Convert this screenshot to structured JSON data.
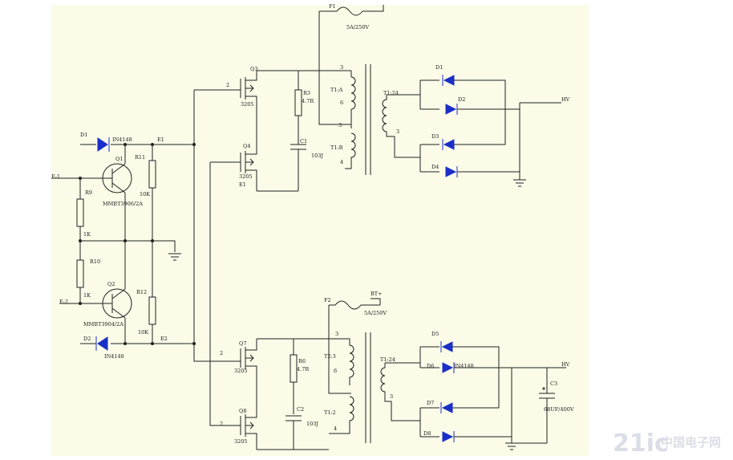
{
  "labels": {
    "F1": "F1",
    "F1_rating": "5A/250V",
    "Q3": "Q3",
    "Q3_part": "3205",
    "Q3_gate": "2",
    "Q4": "Q4",
    "Q4_part": "3205",
    "E1_top": "E1",
    "E1_bot": "E1",
    "R3": "R3",
    "R3_val": "4.7R",
    "C1": "C1",
    "C1_val": "103J",
    "T1a": "T1:A",
    "T1a_p3": "3",
    "T1a_p6": "6",
    "T1b": "T1:B",
    "T1b_p3": "3",
    "T1b_p4": "4",
    "T1c": "T1:24",
    "T1c_p3": "3",
    "D1": "D1",
    "D2": "D2",
    "D3": "D3",
    "D4": "D4",
    "HV1": "HV",
    "Dtop": "D1",
    "Dtop_part": "IN4148",
    "Q1": "Q1",
    "Q1_part": "MMBT3906/2A",
    "R11": "R11",
    "R11_val": "10K",
    "E_1": "E-1",
    "R9": "R9",
    "R9_val": "1K",
    "R10": "R10",
    "R10_val": "1K",
    "Q2": "Q2",
    "Q2_part": "MMBT3904/2A",
    "R12": "R12",
    "R12_val": "10K",
    "E_2": "E-2",
    "Dbot": "D2",
    "Dbot_part": "IN4148",
    "E2": "E2",
    "BT": "BT+",
    "F2": "F2",
    "F2_rating": "5A/250V",
    "Q7": "Q7",
    "Q7_part": "3205",
    "Q7_gate": "2",
    "Q8": "Q8",
    "Q8_part": "3205",
    "Q8_gate": "2",
    "R6": "R6",
    "R6_val": "4.7R",
    "C2": "C2",
    "C2_val": "103J",
    "T2a": "T2:3",
    "T2a_p3": "3",
    "T2a_p6": "6",
    "T2b": "T1:2",
    "T2b_p4": "4",
    "T2c": "T1:24",
    "T2c_p3": "3",
    "D5": "D5",
    "D6": "D6",
    "D6_part": "IN4148",
    "D7": "D7",
    "D8": "D8",
    "HV2": "HV",
    "C3": "C3",
    "C3_val": "68UF/400V"
  },
  "watermark": {
    "brand": "21ic",
    "site": "中国电子网"
  }
}
